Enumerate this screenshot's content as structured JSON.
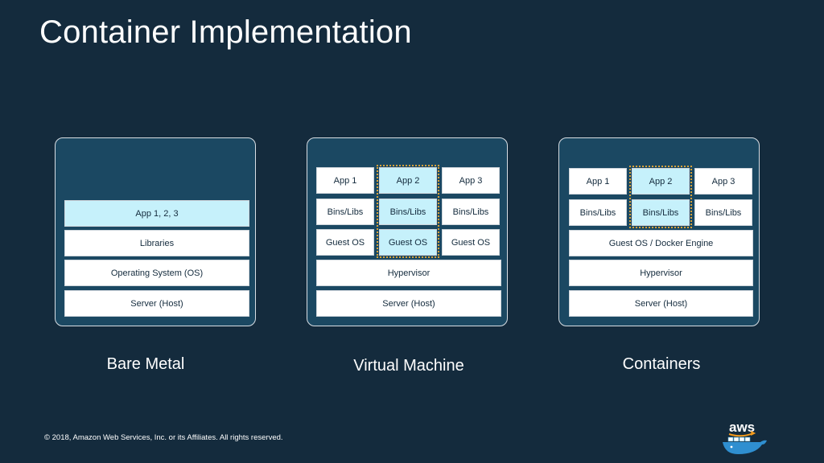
{
  "title": "Container Implementation",
  "panels": {
    "bare_metal": {
      "label": "Bare Metal",
      "apps": "App 1, 2, 3",
      "libraries": "Libraries",
      "os": "Operating System (OS)",
      "server": "Server (Host)"
    },
    "virtual_machine": {
      "label": "Virtual Machine",
      "apps": [
        "App 1",
        "App 2",
        "App 3"
      ],
      "bins": [
        "Bins/Libs",
        "Bins/Libs",
        "Bins/Libs"
      ],
      "guest_os": [
        "Guest OS",
        "Guest OS",
        "Guest OS"
      ],
      "hypervisor": "Hypervisor",
      "server": "Server (Host)"
    },
    "containers": {
      "label": "Containers",
      "apps": [
        "App 1",
        "App 2",
        "App 3"
      ],
      "bins": [
        "Bins/Libs",
        "Bins/Libs",
        "Bins/Libs"
      ],
      "engine": "Guest OS / Docker Engine",
      "hypervisor": "Hypervisor",
      "server": "Server (Host)"
    }
  },
  "footer": "© 2018, Amazon Web Services, Inc. or its Affiliates. All rights reserved.",
  "logo": {
    "text": "aws",
    "icon": "docker-whale-icon"
  },
  "colors": {
    "background": "#142b3d",
    "panel": "#1b4862",
    "highlight": "#c6f1fb",
    "dotted_outline": "#d9a23a"
  }
}
